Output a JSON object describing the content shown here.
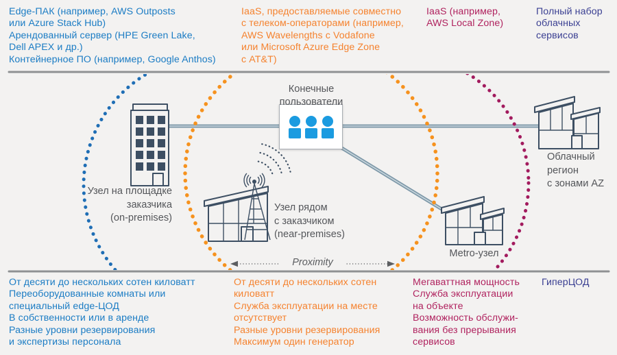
{
  "colors": {
    "bg": "#f3f2f1",
    "blue": "#1b7cc4",
    "orange": "#f5822e",
    "magenta": "#b0235f",
    "indigo": "#3a3f92",
    "blue-dot": "#1f6eb5",
    "orange-dot": "#f6921e",
    "magenta-dot": "#a21b5e",
    "rule": "#8f9193",
    "building": "#3d4f63",
    "icon": "#1b9be0",
    "connector": "#7d98a8",
    "label": "#54565a"
  },
  "top_labels": {
    "on_prem": "Edge-ПАК (например, AWS Outposts\nили Azure Stack Hub)\nАрендованный сервер (HPE Green Lake,\nDell APEX и др.)\nКонтейнерное ПО (например, Google Anthos)",
    "near_prem": "IaaS, предоставляемые совместно\nс телеком-операторами (например,\nAWS Wavelengths с Vodafone\nили Microsoft Azure Edge Zone\nс AT&T)",
    "metro": "IaaS (например,\nAWS Local Zone)",
    "cloud": "Полный набор\nоблачных\nсервисов"
  },
  "bottom_labels": {
    "on_prem": "От десяти до нескольких сотен киловатт\nПереоборудованные комнаты или\nспециальный edge-ЦОД\nВ собственности или в аренде\nРазные уровни резервирования\nи экспертизы персонала",
    "near_prem": "От десяти до нескольких сотен\nкиловатт\nСлужба эксплуатации на месте\nотсутствует\nРазные уровни резервирования\nМаксимум один генератор",
    "metro": "Мегаваттная мощность\nСлужба эксплуатации\nна объекте\nВозможность обслужи-\nвания без прерывания\nсервисов",
    "cloud": "ГиперЦОД"
  },
  "diagram": {
    "end_users": "Конечные\nпользователи",
    "on_prem_node": "Узел на площадке\nзаказчика\n(on-premises)",
    "near_prem_node": "Узел рядом\nс заказчиком\n(near-premises)",
    "metro_node": "Metro-узел",
    "cloud_region": "Облачный\nрегион\nс зонами AZ",
    "proximity": "Proximity"
  }
}
